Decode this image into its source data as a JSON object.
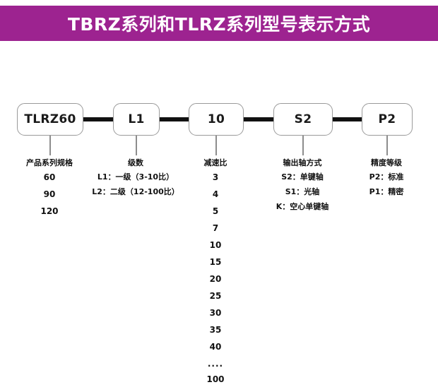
{
  "header": {
    "title": "TBRZ系列和TLRZ系列型号表示方式",
    "background_color": "#9d2390",
    "text_color": "#ffffff"
  },
  "model_boxes": [
    {
      "code": "TLRZ60"
    },
    {
      "code": "L1"
    },
    {
      "code": "10"
    },
    {
      "code": "S2"
    },
    {
      "code": "P2"
    }
  ],
  "columns": [
    {
      "header": "产品系列规格",
      "items": [
        "60",
        "90",
        "120"
      ]
    },
    {
      "header": "级数",
      "items": [
        "L1：一级（3-10比）",
        "L2：二级（12-100比）"
      ]
    },
    {
      "header": "减速比",
      "items": [
        "3",
        "4",
        "5",
        "7",
        "10",
        "15",
        "20",
        "25",
        "30",
        "35",
        "40",
        "....",
        "100"
      ]
    },
    {
      "header": "输出轴方式",
      "items": [
        "S2：单键轴",
        "S1：光轴",
        "K：空心单键轴"
      ]
    },
    {
      "header": "精度等级",
      "items": [
        "P2：标准",
        "P1：精密"
      ]
    }
  ]
}
